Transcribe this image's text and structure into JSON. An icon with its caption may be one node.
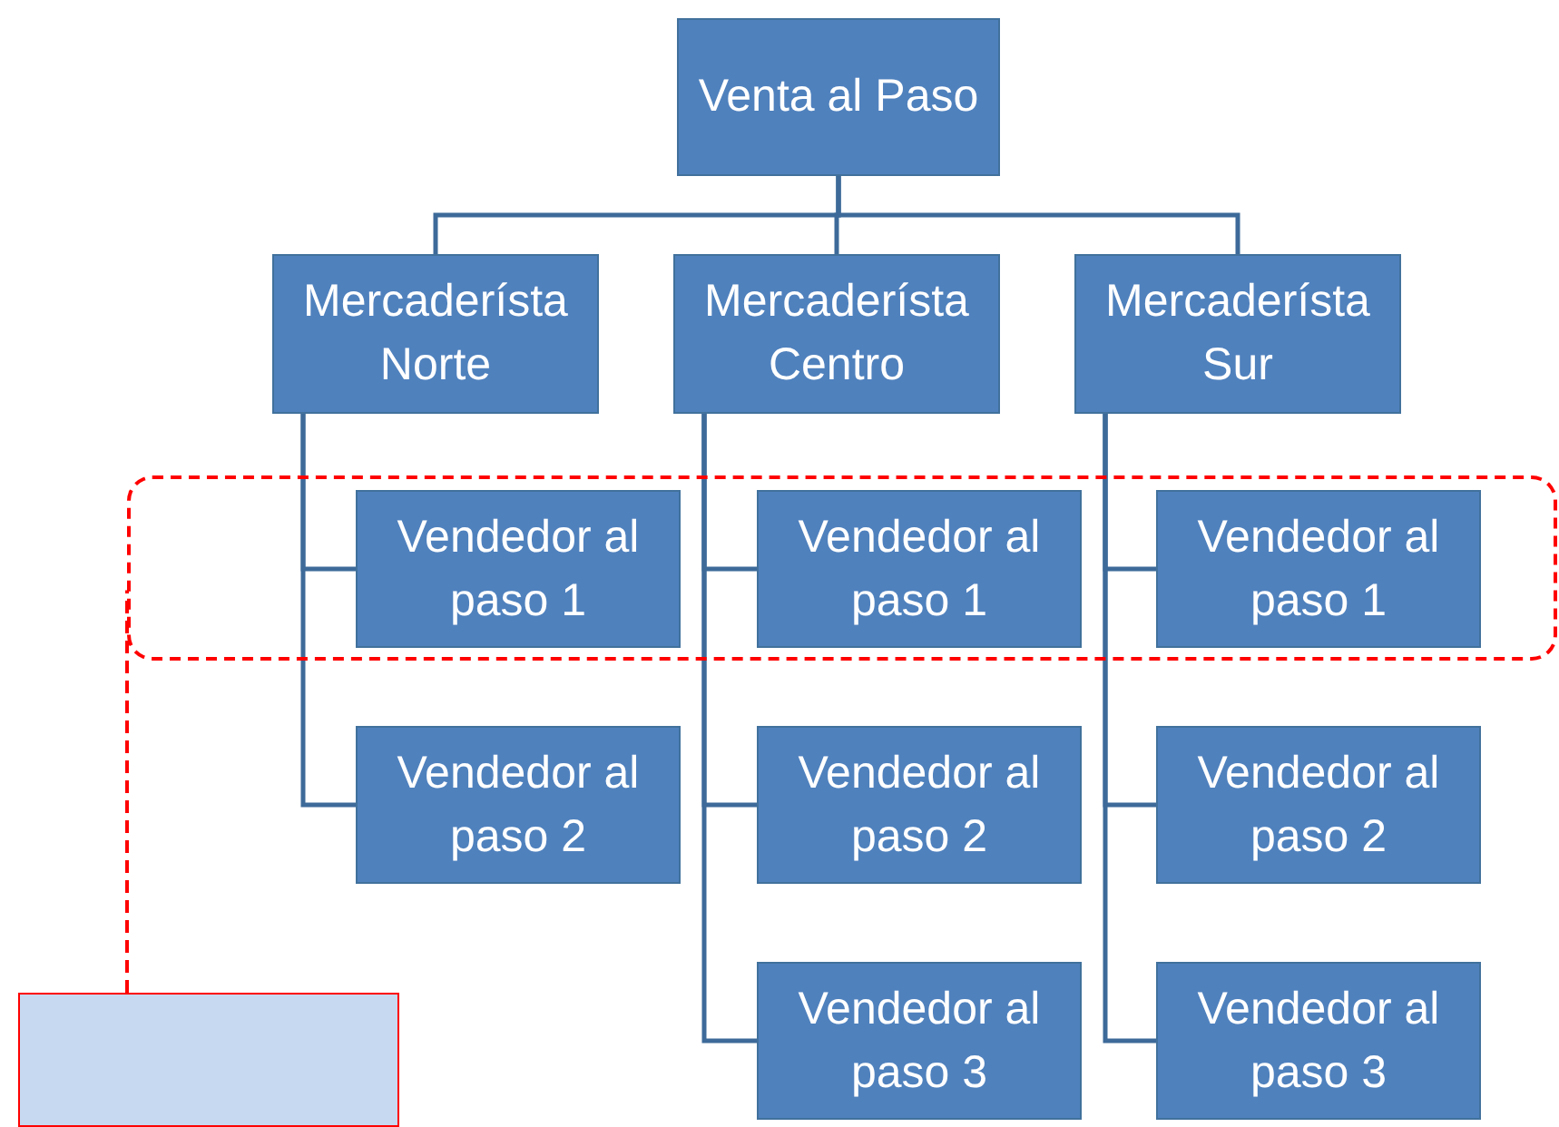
{
  "diagram": {
    "nodes": [
      {
        "text": [
          "Venta al Paso"
        ]
      },
      {
        "text": [
          "Mercaderísta Norte"
        ]
      },
      {
        "text": [
          "Mercaderísta Centro"
        ]
      },
      {
        "text": [
          "Mercaderísta Sur"
        ]
      },
      {
        "text": [],
        "shape": "box"
      },
      {
        "text": [
          "Vendedor al paso 1"
        ],
        "in": 4
      },
      {
        "text": [
          "Vendedor al paso 1"
        ],
        "in": 4
      },
      {
        "text": [
          "Vendedor al paso 1"
        ],
        "in": 4
      },
      {
        "text": [
          "Vendedor al paso 2"
        ]
      },
      {
        "text": [
          "Vendedor al paso 2"
        ]
      },
      {
        "text": [
          "Vendedor al paso 2"
        ]
      },
      {
        "text": [
          "Vendedor al paso 3"
        ]
      },
      {
        "text": [
          "Vendedor al paso 3"
        ]
      },
      {
        "text": [],
        "shape": "box"
      }
    ],
    "edges": [
      {
        "from": 0,
        "to": 1,
        "arrow": "none"
      },
      {
        "from": 0,
        "to": 2,
        "arrow": "none"
      },
      {
        "from": 0,
        "to": 3,
        "arrow": "none"
      },
      {
        "from": 1,
        "to": 5,
        "arrow": "none"
      },
      {
        "from": 1,
        "to": 8,
        "arrow": "none"
      },
      {
        "from": 2,
        "to": 6,
        "arrow": "none"
      },
      {
        "from": 2,
        "to": 9,
        "arrow": "none"
      },
      {
        "from": 2,
        "to": 11,
        "arrow": "none"
      },
      {
        "from": 3,
        "to": 7,
        "arrow": "none"
      },
      {
        "from": 3,
        "to": 10,
        "arrow": "none"
      },
      {
        "from": 3,
        "to": 12,
        "arrow": "none"
      },
      {
        "from": 13,
        "to": 4,
        "arrow": "none",
        "style": "dashed",
        "color": "#ff0000"
      }
    ]
  }
}
